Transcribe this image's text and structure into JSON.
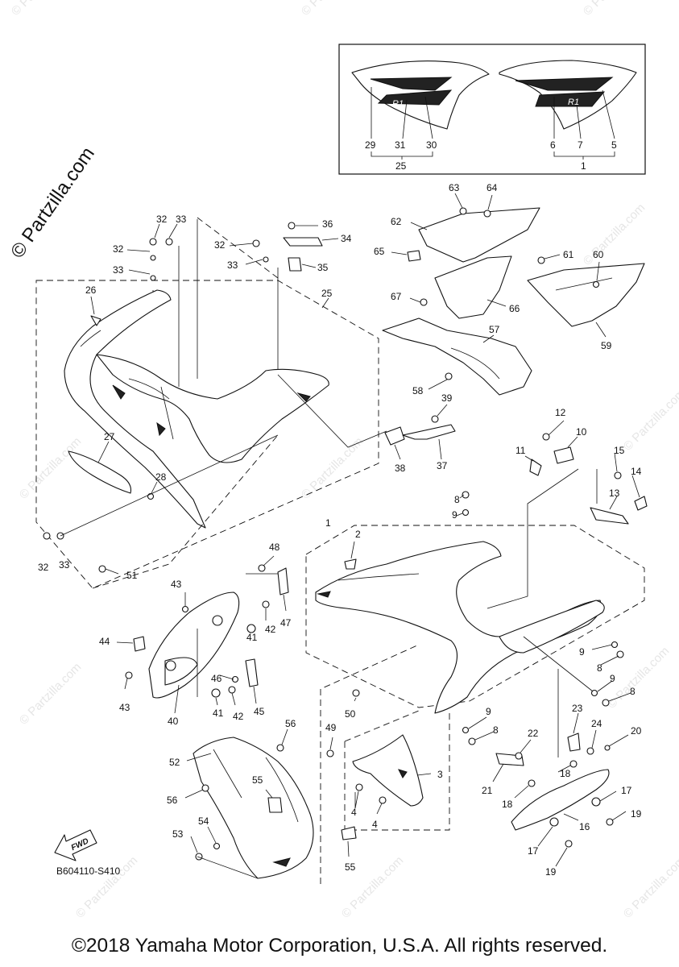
{
  "watermark": "© Partzilla.com",
  "watermark_faint": "© Partzilla.com",
  "copyright": "©2018 Yamaha Motor Corporation, U.S.A. All rights reserved.",
  "figure_code": "B604110-S410",
  "fwd_label": "FWD",
  "inset_labels": {
    "l29": "29",
    "l31": "31",
    "l30": "30",
    "l25": "25",
    "l6": "6",
    "l7": "7",
    "l5": "5",
    "l1": "1"
  },
  "callouts": [
    {
      "text": "32"
    },
    {
      "text": "33"
    },
    {
      "text": "32"
    },
    {
      "text": "33"
    },
    {
      "text": "36"
    },
    {
      "text": "34"
    },
    {
      "text": "32"
    },
    {
      "text": "33"
    },
    {
      "text": "35"
    },
    {
      "text": "26"
    },
    {
      "text": "25"
    },
    {
      "text": "27"
    },
    {
      "text": "28"
    },
    {
      "text": "32"
    },
    {
      "text": "33"
    },
    {
      "text": "51"
    },
    {
      "text": "63"
    },
    {
      "text": "64"
    },
    {
      "text": "62"
    },
    {
      "text": "65"
    },
    {
      "text": "61"
    },
    {
      "text": "60"
    },
    {
      "text": "67"
    },
    {
      "text": "66"
    },
    {
      "text": "59"
    },
    {
      "text": "57"
    },
    {
      "text": "58"
    },
    {
      "text": "39"
    },
    {
      "text": "38"
    },
    {
      "text": "37"
    },
    {
      "text": "12"
    },
    {
      "text": "10"
    },
    {
      "text": "11"
    },
    {
      "text": "15"
    },
    {
      "text": "14"
    },
    {
      "text": "13"
    },
    {
      "text": "8"
    },
    {
      "text": "9"
    },
    {
      "text": "1"
    },
    {
      "text": "2"
    },
    {
      "text": "48"
    },
    {
      "text": "47"
    },
    {
      "text": "43"
    },
    {
      "text": "41"
    },
    {
      "text": "42"
    },
    {
      "text": "44"
    },
    {
      "text": "46"
    },
    {
      "text": "43"
    },
    {
      "text": "41"
    },
    {
      "text": "42"
    },
    {
      "text": "45"
    },
    {
      "text": "40"
    },
    {
      "text": "9"
    },
    {
      "text": "8"
    },
    {
      "text": "9"
    },
    {
      "text": "8"
    },
    {
      "text": "50"
    },
    {
      "text": "9"
    },
    {
      "text": "8"
    },
    {
      "text": "49"
    },
    {
      "text": "3"
    },
    {
      "text": "4"
    },
    {
      "text": "4"
    },
    {
      "text": "22"
    },
    {
      "text": "23"
    },
    {
      "text": "24"
    },
    {
      "text": "20"
    },
    {
      "text": "21"
    },
    {
      "text": "18"
    },
    {
      "text": "18"
    },
    {
      "text": "17"
    },
    {
      "text": "16"
    },
    {
      "text": "19"
    },
    {
      "text": "17"
    },
    {
      "text": "19"
    },
    {
      "text": "56"
    },
    {
      "text": "52"
    },
    {
      "text": "55"
    },
    {
      "text": "56"
    },
    {
      "text": "53"
    },
    {
      "text": "54"
    },
    {
      "text": "55"
    }
  ]
}
